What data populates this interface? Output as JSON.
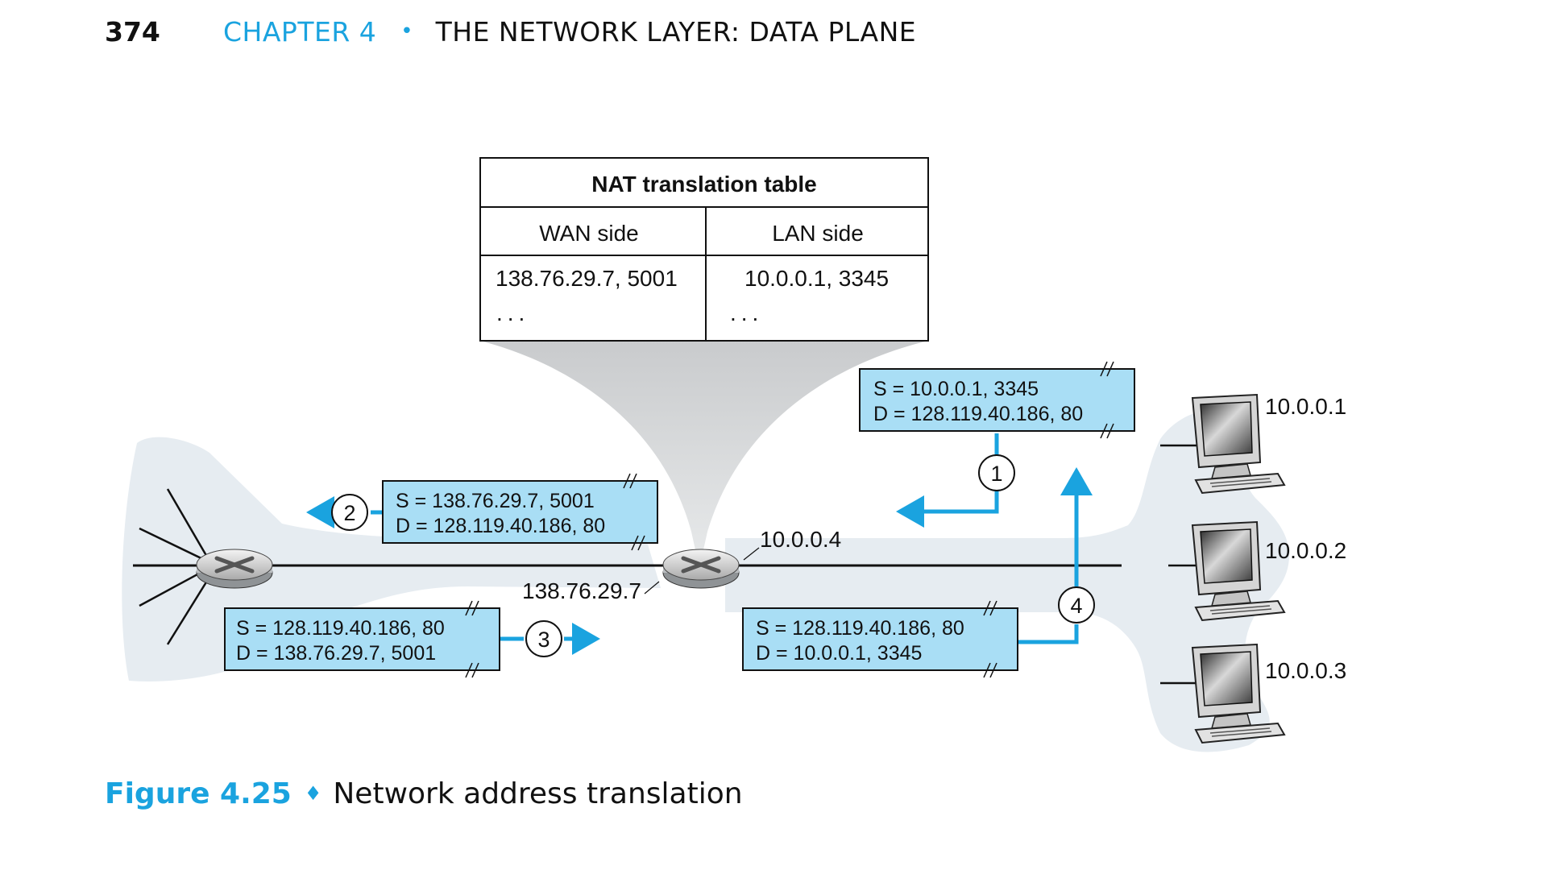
{
  "header": {
    "page_number": "374",
    "chapter": "CHAPTER 4",
    "separator": "•",
    "section": "THE NETWORK LAYER: DATA PLANE"
  },
  "nat_table": {
    "title": "NAT translation table",
    "columns": [
      "WAN side",
      "LAN side"
    ],
    "rows": [
      [
        "138.76.29.7, 5001",
        "10.0.0.1, 3345"
      ],
      [
        "...",
        "..."
      ]
    ]
  },
  "nat_router": {
    "wan_address": "138.76.29.7",
    "lan_address": "10.0.0.4"
  },
  "hosts": [
    "10.0.0.1",
    "10.0.0.2",
    "10.0.0.3"
  ],
  "packets": [
    {
      "step": "1",
      "src": "S = 10.0.0.1, 3345",
      "dst": "D = 128.119.40.186, 80"
    },
    {
      "step": "2",
      "src": "S = 138.76.29.7, 5001",
      "dst": "D = 128.119.40.186, 80"
    },
    {
      "step": "3",
      "src": "S = 128.119.40.186, 80",
      "dst": "D = 138.76.29.7, 5001"
    },
    {
      "step": "4",
      "src": "S = 128.119.40.186, 80",
      "dst": "D = 10.0.0.1, 3345"
    }
  ],
  "colors": {
    "accent": "#1aa3df",
    "packet_fill": "#a9def5",
    "cloud": "#e6ecf1"
  },
  "caption": {
    "figure_number": "Figure 4.25",
    "separator": "♦",
    "title": "Network address translation"
  }
}
